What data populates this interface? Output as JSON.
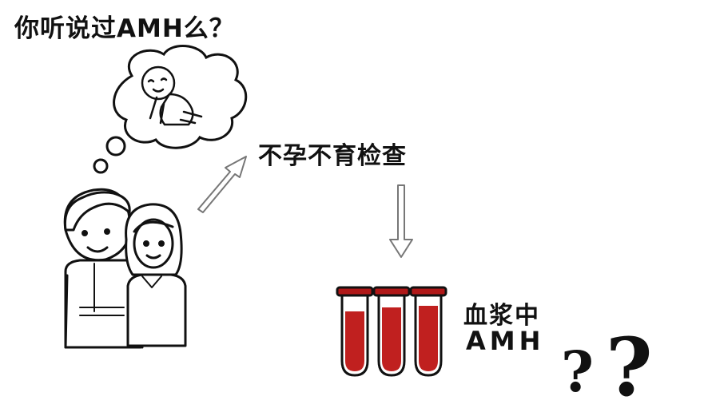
{
  "title": "你听说过AMH么？",
  "step_label": "不孕不育检查",
  "tubes_label_line1": "血浆中",
  "tubes_label_line2": "AMH",
  "colors": {
    "blood": "#c0201f",
    "tube_rim": "#b01818",
    "ink": "#111111"
  },
  "icons": {
    "couple": "couple-illustration",
    "baby": "baby-thought-bubble",
    "arrow_up": "arrow-up-right-icon",
    "arrow_down": "arrow-down-icon",
    "tubes": "blood-test-tubes",
    "question": "question-marks"
  }
}
